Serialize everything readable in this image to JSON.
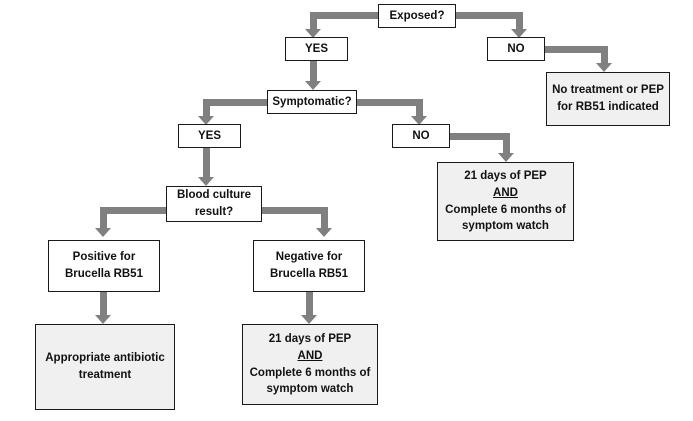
{
  "diagram": {
    "title": "Brucella RB51 exposure decision flowchart",
    "colors": {
      "connector": "#808080",
      "box_border": "#1a1a1a",
      "box_fill": "#ffffff",
      "box_fill_shaded": "#f0f0f0",
      "text": "#111111"
    },
    "nodes": {
      "exposed": {
        "label": "Exposed?"
      },
      "exposed_yes": {
        "label": "YES"
      },
      "exposed_no": {
        "label": "NO"
      },
      "no_treatment": {
        "lines": [
          "No treatment or PEP",
          "for RB51 indicated"
        ]
      },
      "symptomatic": {
        "label": "Symptomatic?"
      },
      "symptomatic_yes": {
        "label": "YES"
      },
      "symptomatic_no": {
        "label": "NO"
      },
      "pep_right": {
        "lines": [
          "21 days of PEP",
          "AND",
          "Complete 6 months of",
          "symptom watch"
        ],
        "underlined_line_index": 1
      },
      "blood_culture": {
        "lines": [
          "Blood culture",
          "result?"
        ]
      },
      "positive": {
        "lines": [
          "Positive for",
          "Brucella RB51"
        ]
      },
      "negative": {
        "lines": [
          "Negative for",
          "Brucella RB51"
        ]
      },
      "antibiotic": {
        "lines": [
          "Appropriate antibiotic",
          "treatment"
        ]
      },
      "pep_bottom": {
        "lines": [
          "21 days of PEP",
          "AND",
          "Complete 6 months of",
          "symptom watch"
        ],
        "underlined_line_index": 1
      }
    }
  }
}
